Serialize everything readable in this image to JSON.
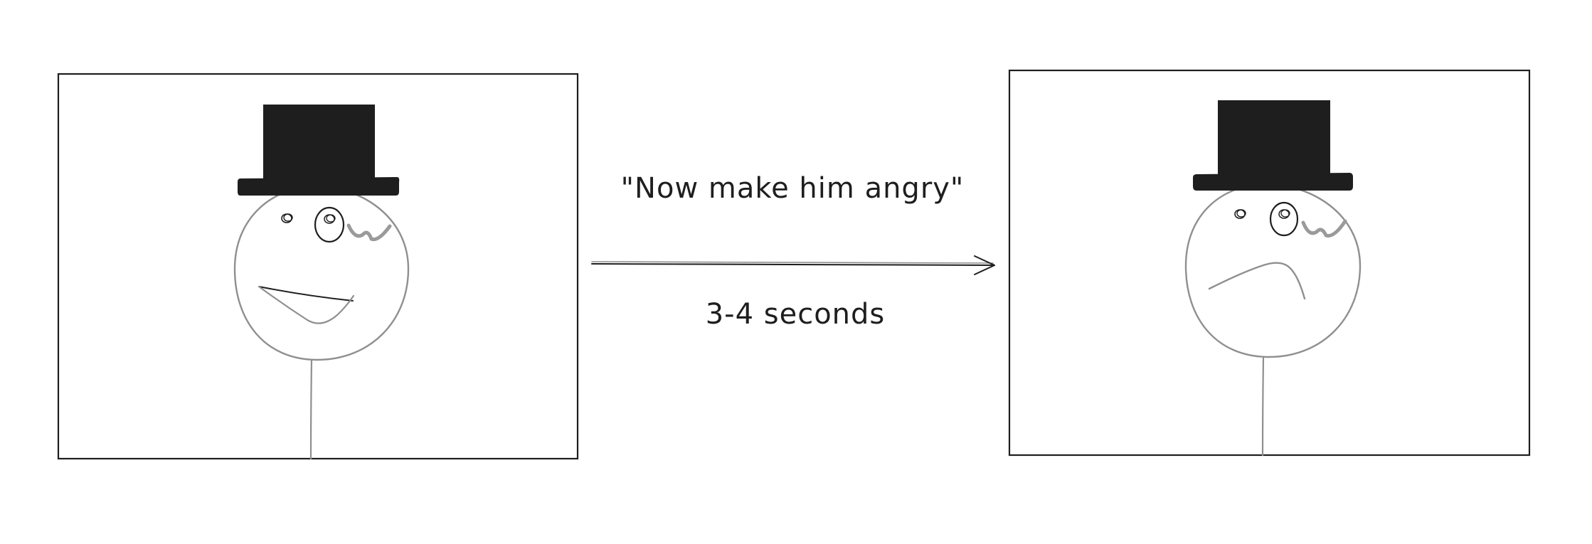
{
  "diagram": {
    "prompt_label": "\"Now make him angry\"",
    "duration_label": "3-4 seconds",
    "colors": {
      "ink": "#1e1e1e",
      "face_outline": "#8f8f8f",
      "mustache": "#9a9a9a",
      "background": "#ffffff"
    },
    "panels": [
      {
        "mood": "happy"
      },
      {
        "mood": "angry"
      }
    ]
  }
}
